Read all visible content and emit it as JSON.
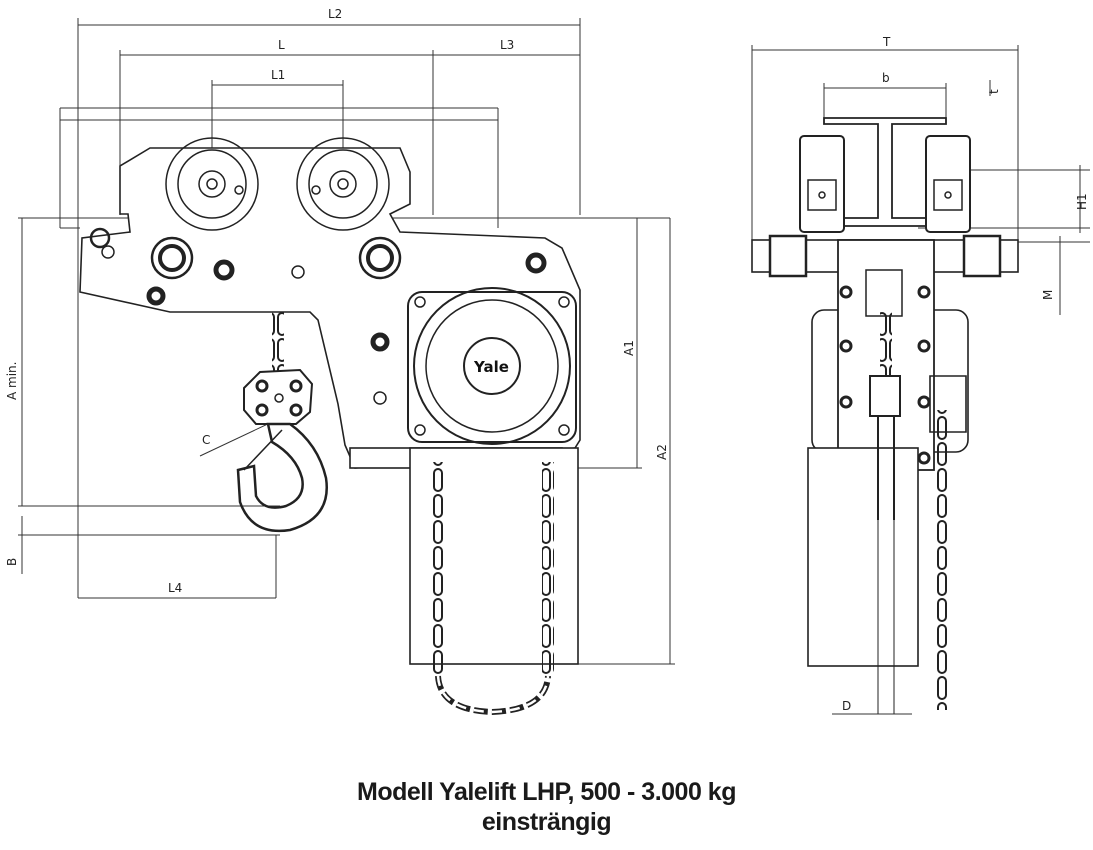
{
  "labels": {
    "L2": "L2",
    "L": "L",
    "L3": "L3",
    "L1": "L1",
    "A_min": "A min.",
    "A1": "A1",
    "A2": "A2",
    "B": "B",
    "C": "C",
    "L4": "L4",
    "T": "T",
    "b": "b",
    "t": "t",
    "H1": "H1",
    "M": "M",
    "D": "D",
    "brand": "Yale"
  },
  "caption": {
    "line1": "Modell Yalelift LHP,  500 - 3.000 kg",
    "line2": "einsträngig"
  }
}
